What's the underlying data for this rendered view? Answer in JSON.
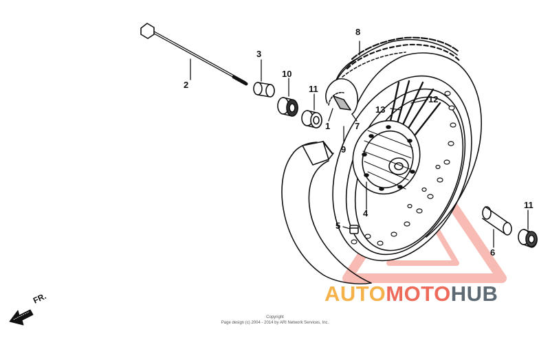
{
  "watermark": {
    "brand_part1": "AUTO",
    "brand_part2": "MOTO",
    "brand_part3": "HUB",
    "colors": {
      "auto": "#f6b24a",
      "moto": "#ee6a5a",
      "hub": "#5e6a73",
      "triangle": "#ee6a5a"
    }
  },
  "callouts": {
    "c1": "1",
    "c2": "2",
    "c3": "3",
    "c4": "4",
    "c5": "5",
    "c6": "6",
    "c7": "7",
    "c8": "8",
    "c9": "9",
    "c10": "10",
    "c11a": "11",
    "c11b": "11",
    "c12": "12",
    "c13": "13"
  },
  "direction_label": "FR.",
  "copyright": {
    "line1": "Copyright",
    "line2": "Page design (c) 2004 - 2014 by ARI Network Services, Inc."
  }
}
